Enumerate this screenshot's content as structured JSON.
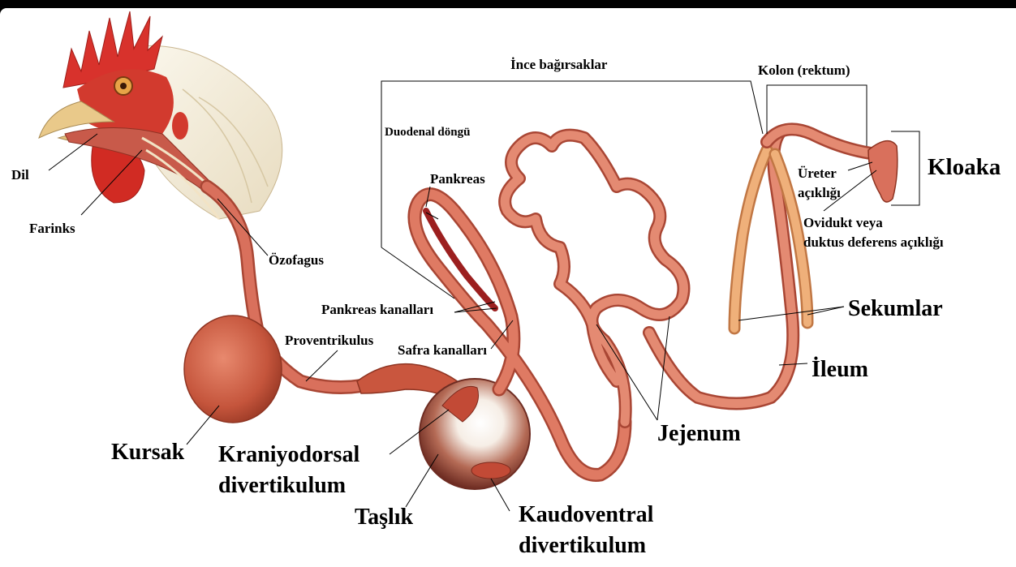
{
  "labels": {
    "dil": "Dil",
    "farinks": "Farinks",
    "ozofagus": "Özofagus",
    "ince_bagirsaklar": "İnce bağırsaklar",
    "kolon": "Kolon (rektum)",
    "duodenal_dongu": "Duodenal döngü",
    "pankreas": "Pankreas",
    "ureter_1": "Üreter",
    "ureter_2": "açıklığı",
    "kloaka": "Kloaka",
    "ovidukt_1": "Ovidukt veya",
    "ovidukt_2": "duktus deferens açıklığı",
    "pankreas_kanallari": "Pankreas kanalları",
    "sekumlar": "Sekumlar",
    "proventrikulus": "Proventrikulus",
    "safra_kanallari": "Safra kanalları",
    "ileum": "İleum",
    "kursak": "Kursak",
    "kraniyodorsal_1": "Kraniyodorsal",
    "kraniyodorsal_2": "divertikulum",
    "jejenum": "Jejenum",
    "taslik": "Taşlık",
    "kaudoventral_1": "Kaudoventral",
    "kaudoventral_2": "divertikulum"
  },
  "colors": {
    "background": "#000000",
    "panel": "#ffffff",
    "tract": "#d9705c",
    "tract_dark": "#a94634",
    "comb": "#d8322c",
    "beak": "#e9c98a",
    "feathers": "#f4eede",
    "cecum": "#e8a070"
  }
}
